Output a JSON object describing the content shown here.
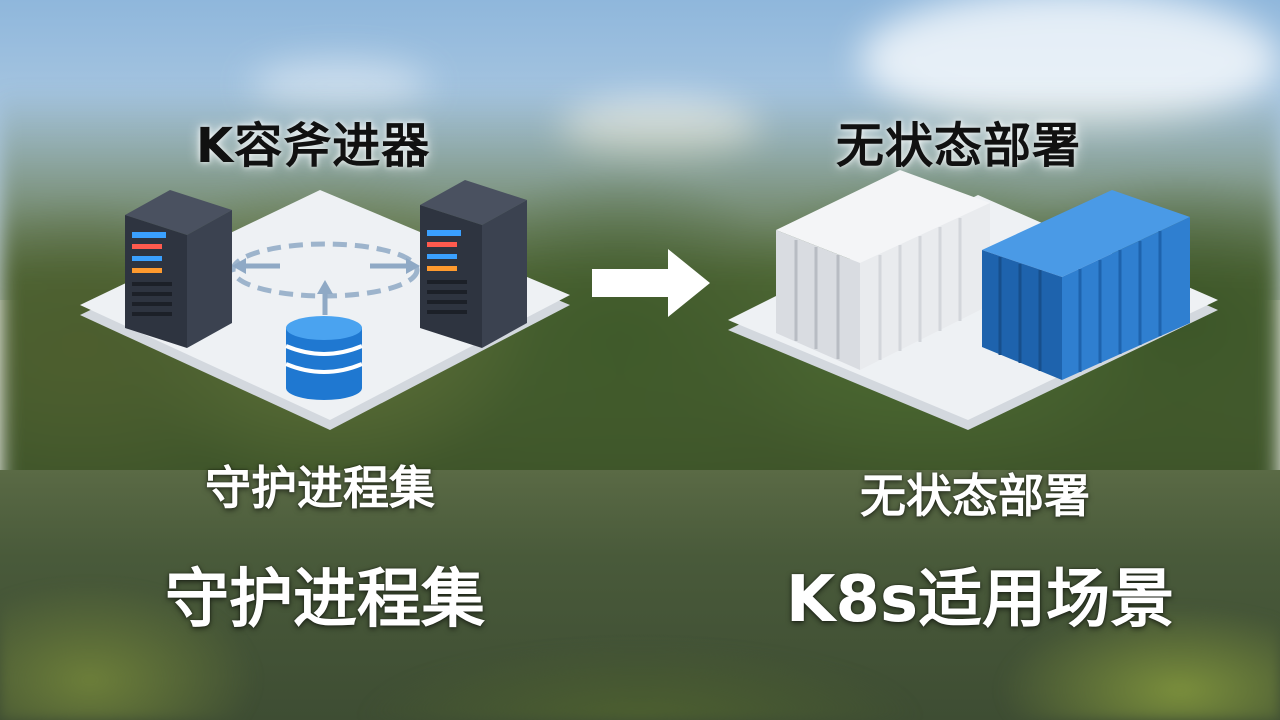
{
  "slide": {
    "left_panel": {
      "heading": "K容斧进器",
      "caption_top": "守护进程集",
      "caption_bottom": "守护进程集"
    },
    "arrow": "right-arrow-icon",
    "right_panel": {
      "heading": "无状态部署",
      "caption_top": "无状态部署",
      "caption_bottom": "K8s适用场景"
    },
    "colors": {
      "server": "#2e3440",
      "database": "#1f78d1",
      "container_white": "#e9ebee",
      "container_blue": "#2f7fd0",
      "platform": "#eef1f4"
    }
  }
}
